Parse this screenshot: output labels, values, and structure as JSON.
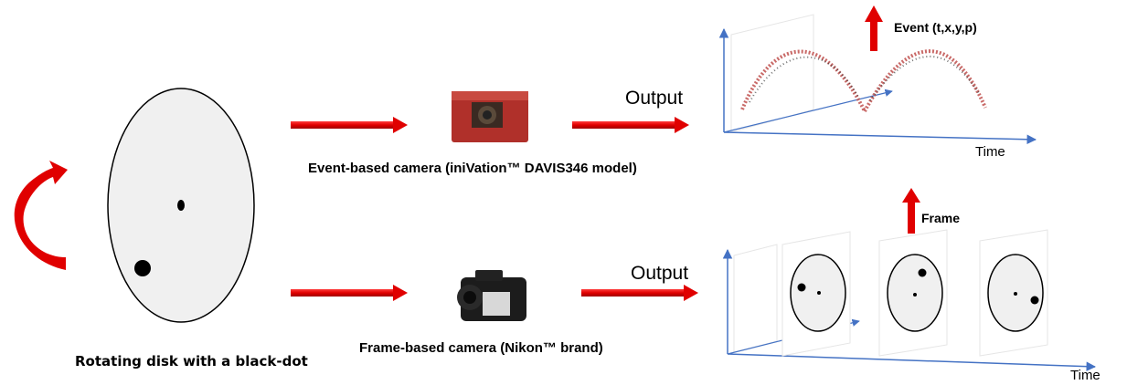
{
  "disk_caption": "Rotating disk with a black-dot",
  "event_camera": {
    "caption": "Event-based camera (iniVation™ DAVIS346 model)",
    "output_label": "Output",
    "plot_tag": "Event (t,x,y,p)",
    "axis_label": "Time"
  },
  "frame_camera": {
    "caption": "Frame-based camera (Nikon™ brand)",
    "output_label": "Output",
    "plot_tag": "Frame",
    "axis_label": "Time"
  },
  "colors": {
    "arrow_red": "#e60000",
    "axis_blue": "#4472c4",
    "disk_fill": "#f0f0f0",
    "event_camera_body": "#b0302a"
  }
}
